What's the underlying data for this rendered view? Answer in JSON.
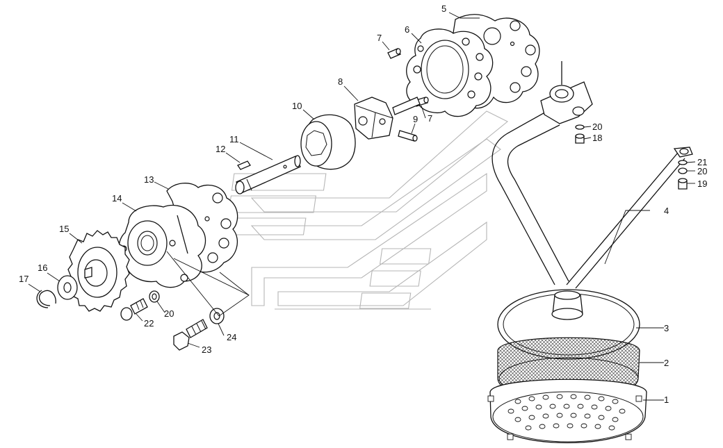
{
  "diagram": {
    "callouts": [
      {
        "id": "c1",
        "label": "1"
      },
      {
        "id": "c2",
        "label": "2"
      },
      {
        "id": "c3",
        "label": "3"
      },
      {
        "id": "c4",
        "label": "4"
      },
      {
        "id": "c5",
        "label": "5"
      },
      {
        "id": "c6",
        "label": "6"
      },
      {
        "id": "c7a",
        "label": "7"
      },
      {
        "id": "c7b",
        "label": "7"
      },
      {
        "id": "c8",
        "label": "8"
      },
      {
        "id": "c9",
        "label": "9"
      },
      {
        "id": "c10",
        "label": "10"
      },
      {
        "id": "c11",
        "label": "11"
      },
      {
        "id": "c12",
        "label": "12"
      },
      {
        "id": "c13",
        "label": "13"
      },
      {
        "id": "c14",
        "label": "14"
      },
      {
        "id": "c15",
        "label": "15"
      },
      {
        "id": "c16",
        "label": "16"
      },
      {
        "id": "c17",
        "label": "17"
      },
      {
        "id": "c18",
        "label": "18"
      },
      {
        "id": "c19",
        "label": "19"
      },
      {
        "id": "c20a",
        "label": "20"
      },
      {
        "id": "c20b",
        "label": "20"
      },
      {
        "id": "c20c",
        "label": "20"
      },
      {
        "id": "c21",
        "label": "21"
      },
      {
        "id": "c22",
        "label": "22"
      },
      {
        "id": "c23",
        "label": "23"
      },
      {
        "id": "c24",
        "label": "24"
      }
    ]
  }
}
